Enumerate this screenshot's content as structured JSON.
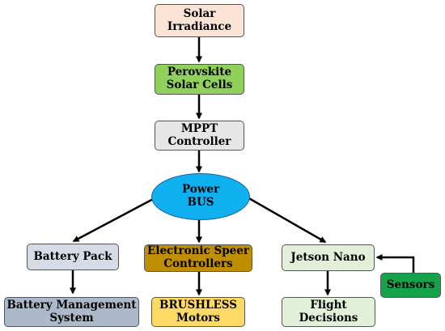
{
  "nodes": {
    "solar_irradiance": {
      "label": "Solar\nIrradiance",
      "color": "#fbe4d5"
    },
    "perovskite": {
      "label": "Perovskite\nSolar Cells",
      "color": "#8fd15b"
    },
    "mppt": {
      "label": "MPPT\nController",
      "color": "#e7e6e6"
    },
    "power_bus": {
      "label": "Power\nBUS",
      "color": "#0fb0ef"
    },
    "battery_pack": {
      "label": "Battery Pack",
      "color": "#d6dce5"
    },
    "esc": {
      "label": "Electronic Speer\nControllers",
      "color": "#bf8f00"
    },
    "jetson": {
      "label": "Jetson Nano",
      "color": "#e2efd9"
    },
    "sensors": {
      "label": "Sensors",
      "color": "#14a24a"
    },
    "bms": {
      "label": "Battery Management\nSystem",
      "color": "#acb9ca"
    },
    "motors": {
      "label": "BRUSHLESS\nMotors",
      "color": "#ffd966"
    },
    "flight": {
      "label": "Flight\nDecisions",
      "color": "#e2efd9"
    }
  },
  "arrow_color": "#000000"
}
